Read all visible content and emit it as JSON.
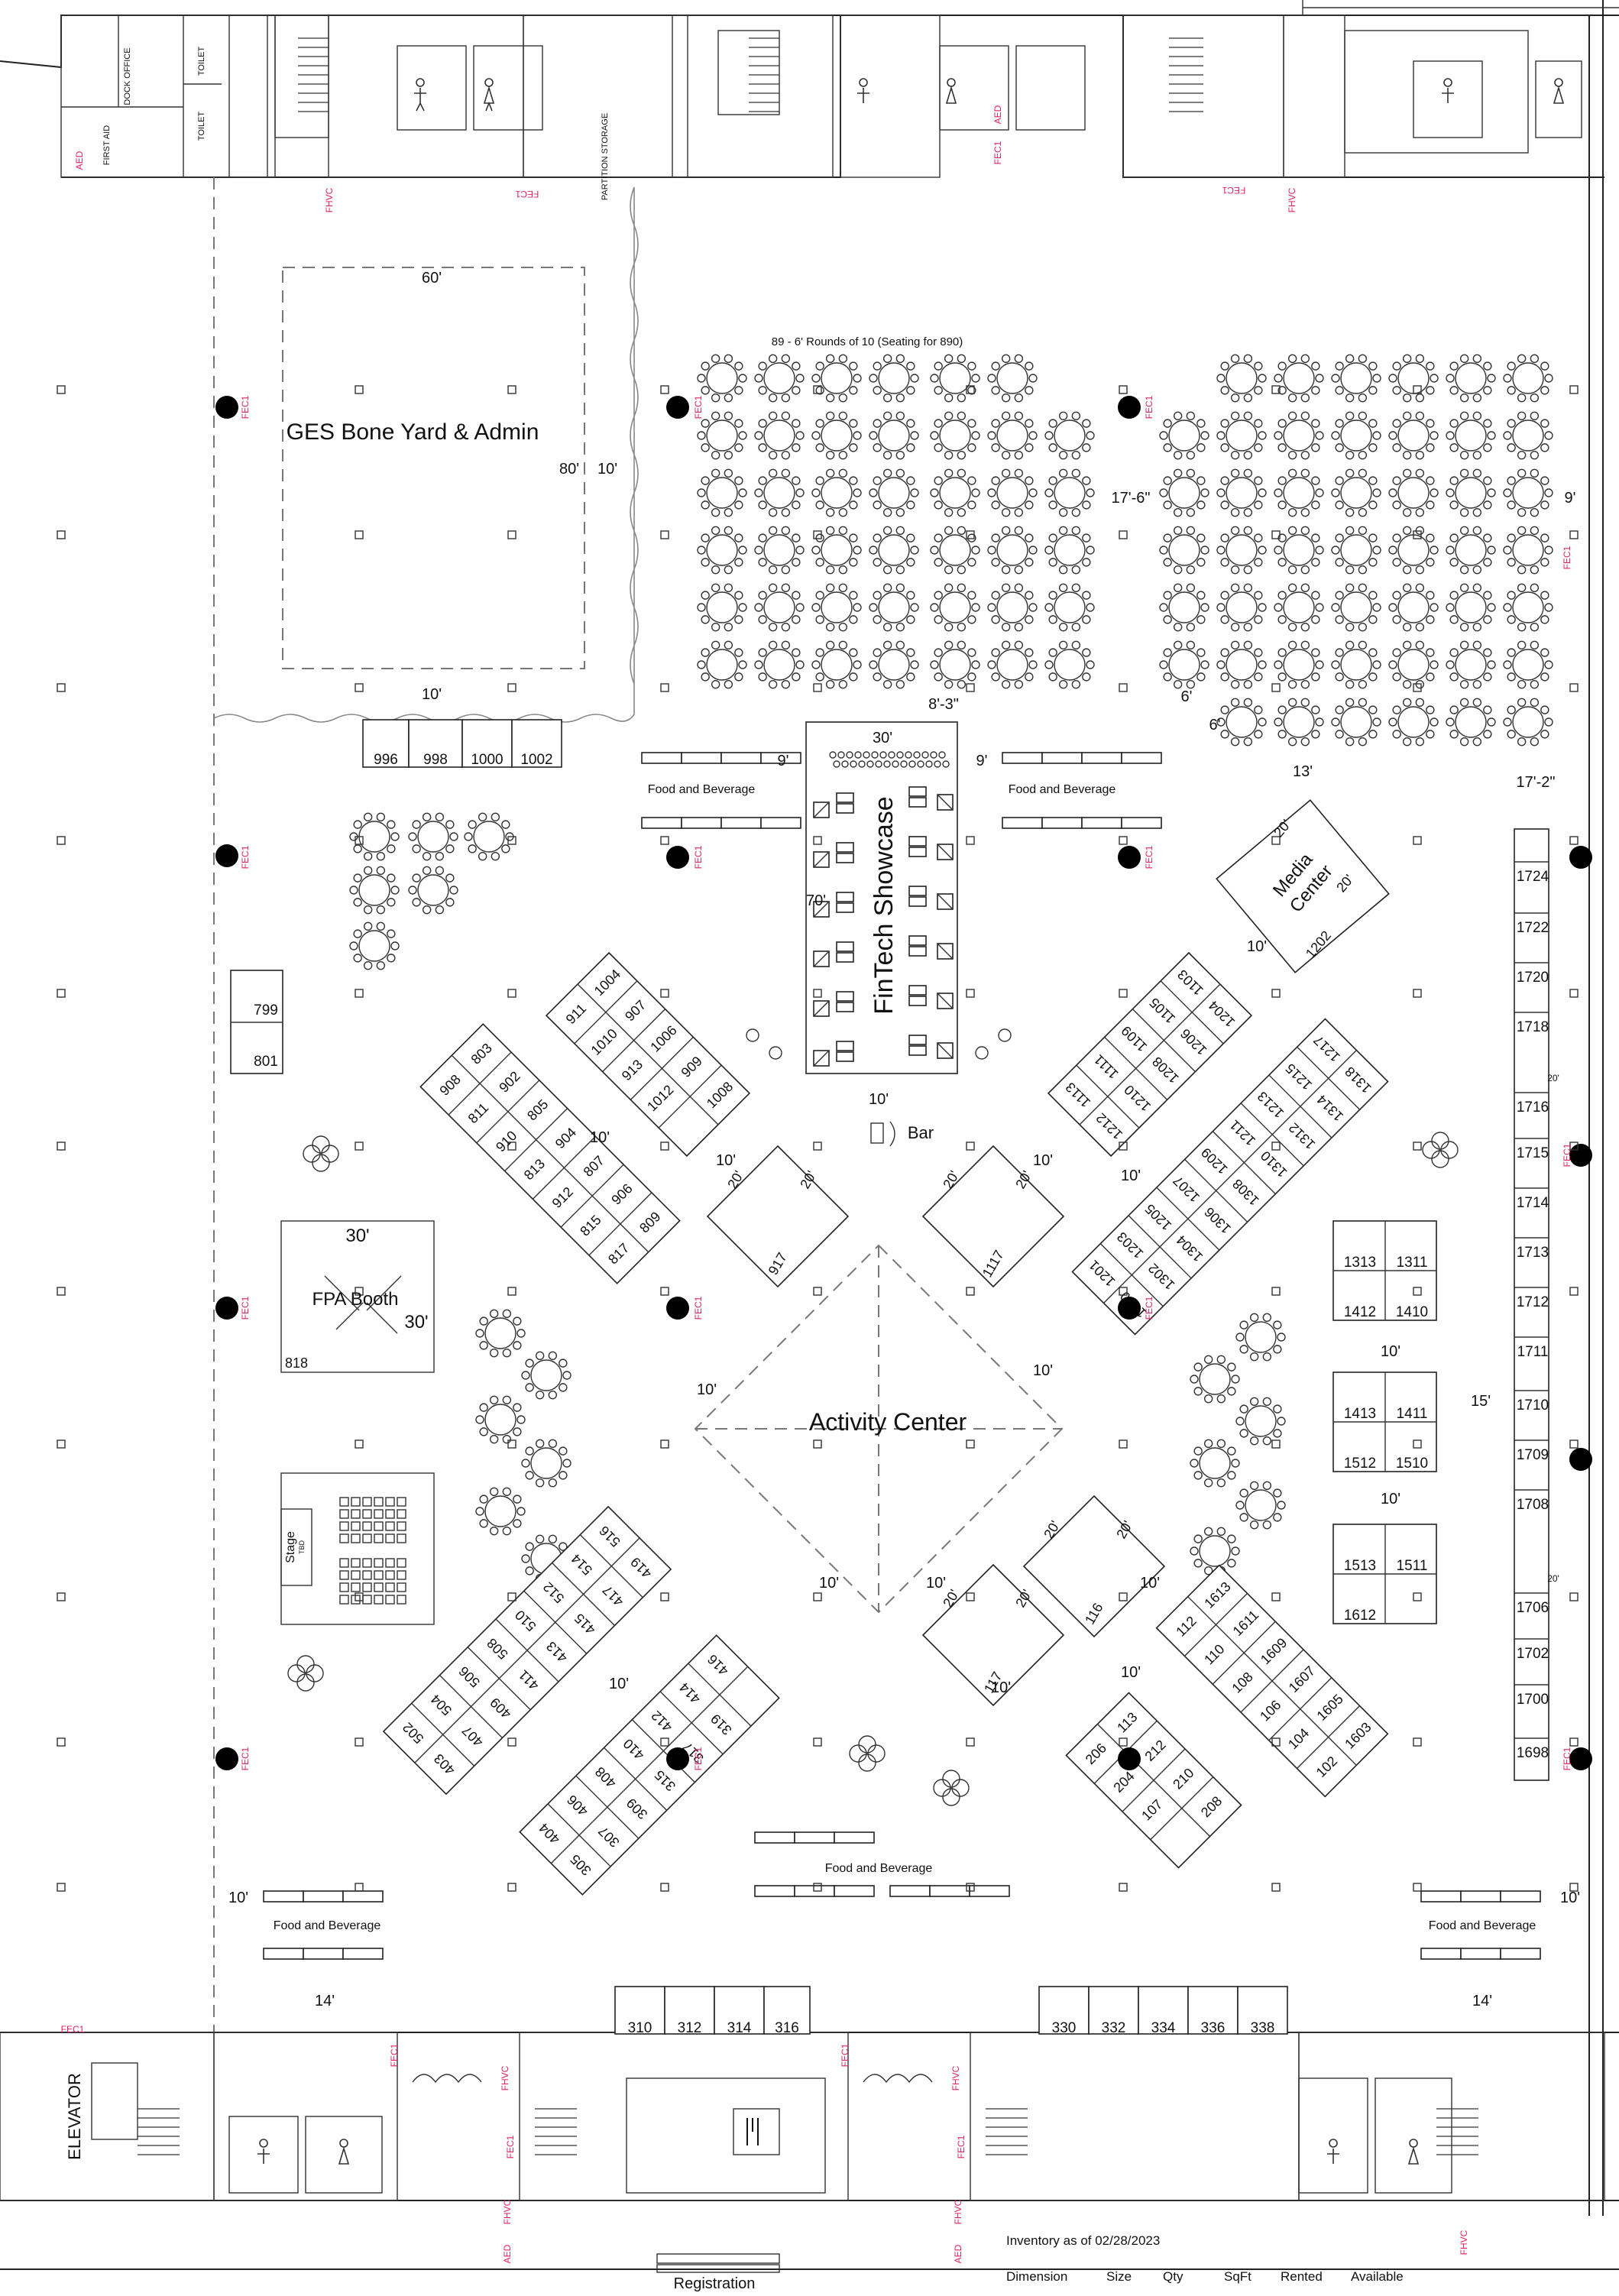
{
  "areas": {
    "boneyard": {
      "label": "GES Bone Yard & Admin",
      "dim_top": "60'",
      "dim_right": "80'",
      "dim_gap": "10'",
      "dim_bottom": "10'"
    },
    "seating": {
      "label": "89 - 6' Rounds of 10 (Seating for 890)",
      "dim_a": "17'-6\"",
      "dim_b": "9'",
      "dim_c": "8'-3\"",
      "dim_d": "6'",
      "dim_e": "6'",
      "dim_f": "13'",
      "dim_g": "17'-2\""
    },
    "fintech": {
      "label": "FinTech Showcase",
      "dim_w": "30'",
      "dim_h": "70'",
      "dim_l": "9'",
      "dim_r": "9'",
      "dim_b": "10'"
    },
    "media": {
      "label_1": "Media",
      "label_2": "Center",
      "dim_a": "20'",
      "dim_b": "20'",
      "number": "1202"
    },
    "fpa": {
      "label": "FPA Booth",
      "dim_top": "30'",
      "dim_right": "30'",
      "number": "818"
    },
    "stage": {
      "label": "Stage",
      "sub": "TBD"
    },
    "activity": {
      "label": "Activity Center"
    },
    "bar": {
      "label": "Bar"
    },
    "elevator": {
      "label": "ELEVATOR"
    },
    "registration": {
      "label": "Registration"
    }
  },
  "rooms": {
    "dock_office": "DOCK OFFICE",
    "first_aid": "FIRST AID",
    "toilet": "TOILET",
    "partition_storage": "PARTITION STORAGE"
  },
  "fb": {
    "label": "Food and Beverage"
  },
  "safety": {
    "fec": "FEC1",
    "fhvc": "FHVC",
    "aed": "AED"
  },
  "dims_misc": {
    "d10": "10'",
    "d14": "14'",
    "d15": "15'",
    "d20": "20'"
  },
  "booths": {
    "top_row": [
      "996",
      "998",
      "1000",
      "1002"
    ],
    "pair_799": [
      "799",
      "801"
    ],
    "wall_right": [
      "1724",
      "1722",
      "1720",
      "1718",
      "1716",
      "1715",
      "1714",
      "1713",
      "1712",
      "1711",
      "1710",
      "1709",
      "1708",
      "1706",
      "1702",
      "1700",
      "1698"
    ],
    "bottom_left": [
      "310",
      "312",
      "314",
      "316"
    ],
    "bottom_right": [
      "330",
      "332",
      "334",
      "336",
      "338"
    ],
    "grid_1313": [
      "1313",
      "1311",
      "1412",
      "1410"
    ],
    "grid_1413": [
      "1413",
      "1411",
      "1512",
      "1510"
    ],
    "grid_1513": [
      "1513",
      "1511",
      "1612"
    ],
    "d_nw_a": [
      "1004",
      "907",
      "1006",
      "909",
      "1008",
      "911",
      "1010",
      "913",
      "1012"
    ],
    "d_nw_b": [
      "803",
      "902",
      "805",
      "904",
      "807",
      "906",
      "809",
      "908",
      "811",
      "910",
      "813",
      "912",
      "815",
      "817"
    ],
    "d_ne_a": [
      "1113",
      "1111",
      "1109",
      "1105",
      "1103",
      "1212",
      "1210",
      "1208",
      "1206",
      "1204"
    ],
    "d_ne_b": [
      "1201",
      "1203",
      "1205",
      "1207",
      "1209",
      "1211",
      "1213",
      "1215",
      "1217",
      "1300",
      "1302",
      "1304",
      "1306",
      "1308",
      "1310",
      "1312",
      "1314",
      "1318"
    ],
    "d_sw_a": [
      "502",
      "504",
      "506",
      "508",
      "510",
      "512",
      "514",
      "516",
      "403",
      "407",
      "409",
      "411",
      "413",
      "415",
      "417",
      "419"
    ],
    "d_sw_b": [
      "404",
      "406",
      "408",
      "410",
      "412",
      "414",
      "416",
      "305",
      "307",
      "309",
      "315",
      "317",
      "319"
    ],
    "d_se_a": [
      "1613",
      "1611",
      "1609",
      "1607",
      "1605",
      "1603",
      "112",
      "110",
      "108",
      "106",
      "104",
      "102"
    ],
    "d_se_b": [
      "113",
      "212",
      "210",
      "208",
      "206",
      "204",
      "107"
    ],
    "squares": [
      "917",
      "1117",
      "116",
      "117"
    ]
  },
  "inventory": {
    "title": "Inventory as of 02/28/2023",
    "headers": [
      "Dimension",
      "Size",
      "Qty",
      "SqFt",
      "Rented",
      "Available"
    ]
  }
}
